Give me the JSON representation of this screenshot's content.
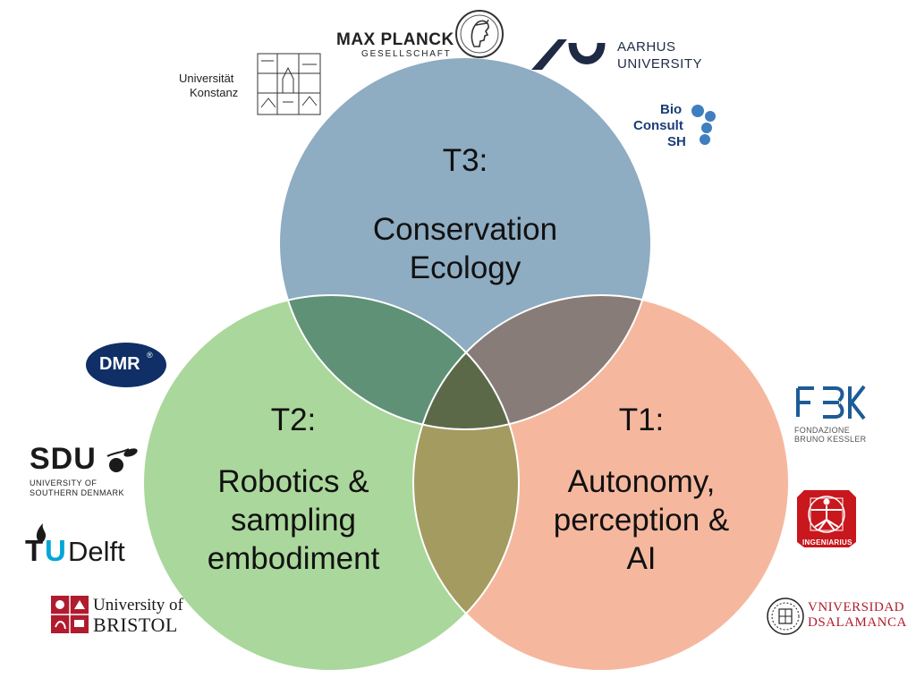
{
  "circles": {
    "t3": {
      "title": "T3:",
      "subtitle": "Conservation Ecology",
      "color": "#7a9db7"
    },
    "t2": {
      "title": "T2:",
      "subtitle_lines": [
        "Robotics &",
        "sampling",
        "embodiment"
      ],
      "color": "#8ec97a"
    },
    "t1": {
      "title": "T1:",
      "subtitle_lines": [
        "Autonomy,",
        "perception &",
        "AI"
      ],
      "color": "#f2a07e"
    }
  },
  "logos": {
    "max_planck": {
      "name": "MAX PLANCK",
      "sub": "GESELLSCHAFT",
      "icon": "minerva-seal-icon"
    },
    "aarhus": {
      "line1": "AARHUS",
      "line2": "UNIVERSITY",
      "color": "#1f2a44",
      "icon": "aarhus-wave-icon"
    },
    "konstanz": {
      "line1": "Universität",
      "line2": "Konstanz",
      "icon": "konstanz-building-icon"
    },
    "bioconsult": {
      "line1": "Bio",
      "line2": "Consult",
      "line3": "SH",
      "color": "#1b3d78",
      "icon": "water-drops-icon"
    },
    "dmr": {
      "text": "DMR",
      "mark": "®",
      "color": "#0f2f66"
    },
    "sdu": {
      "text": "SDU",
      "sub1": "UNIVERSITY OF",
      "sub2": "SOUTHERN DENMARK",
      "icon": "apple-branch-icon"
    },
    "tudelft": {
      "tu_t": "T",
      "tu_u": "U",
      "rest": "Delft",
      "accent": "#00a6d6",
      "icon": "flame-icon"
    },
    "bristol": {
      "line1": "University of",
      "line2": "BRISTOL",
      "color": "#b01c2e",
      "icon": "bristol-crest-icon"
    },
    "fbk": {
      "sub1": "FONDAZIONE",
      "sub2": "BRUNO KESSLER",
      "color": "#1d5b97",
      "icon": "fbk-mark-icon"
    },
    "ingeniarius": {
      "text": "INGENIARIUS",
      "color": "#c8171d",
      "icon": "vitruvian-man-icon"
    },
    "salamanca": {
      "line1": "VNIVERSIDAD",
      "line2": "DSALAMANCA",
      "color": "#b01c2e",
      "icon": "salamanca-seal-icon"
    }
  }
}
